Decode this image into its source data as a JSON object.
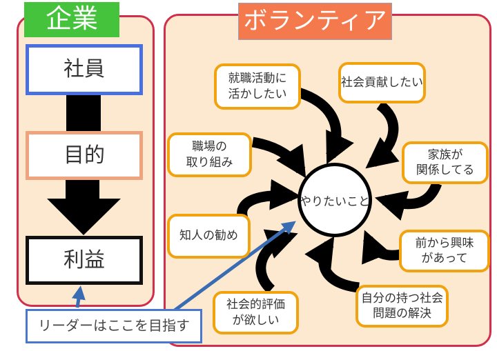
{
  "colors": {
    "panel_border": "#d02e4c",
    "panel_bg": "#fce9cf",
    "company_green": "#45c33d",
    "volunteer_orange": "#f4794d",
    "reason_border": "#f0a30e",
    "employee_blue": "#4a6fe0",
    "purpose_salmon": "#f0a47e",
    "leader_blue": "#4977d0",
    "arrow_black": "#000000",
    "arrow_blue": "#3a6cb3"
  },
  "company": {
    "title": "企業",
    "employee": "社員",
    "purpose": "目的",
    "profit": "利益",
    "leader_note": "リーダーはここを目指す"
  },
  "volunteer": {
    "title": "ボランティア",
    "center": "やりたいこと",
    "reasons": [
      {
        "id": "job-hunting",
        "label": "就職活動に\n活かしたい"
      },
      {
        "id": "contribute-society",
        "label": "社会貢献したい"
      },
      {
        "id": "family-related",
        "label": "家族が\n関係してる"
      },
      {
        "id": "prior-interest",
        "label": "前から興味\nがあって"
      },
      {
        "id": "solve-social-problems",
        "label": "自分の持つ社会\n問題の解決"
      },
      {
        "id": "want-recognition",
        "label": "社会的評価\nが欲しい"
      },
      {
        "id": "acquaintance-recommend",
        "label": "知人の勧め"
      },
      {
        "id": "workplace-initiative",
        "label": "職場の\n取り組み"
      }
    ]
  }
}
